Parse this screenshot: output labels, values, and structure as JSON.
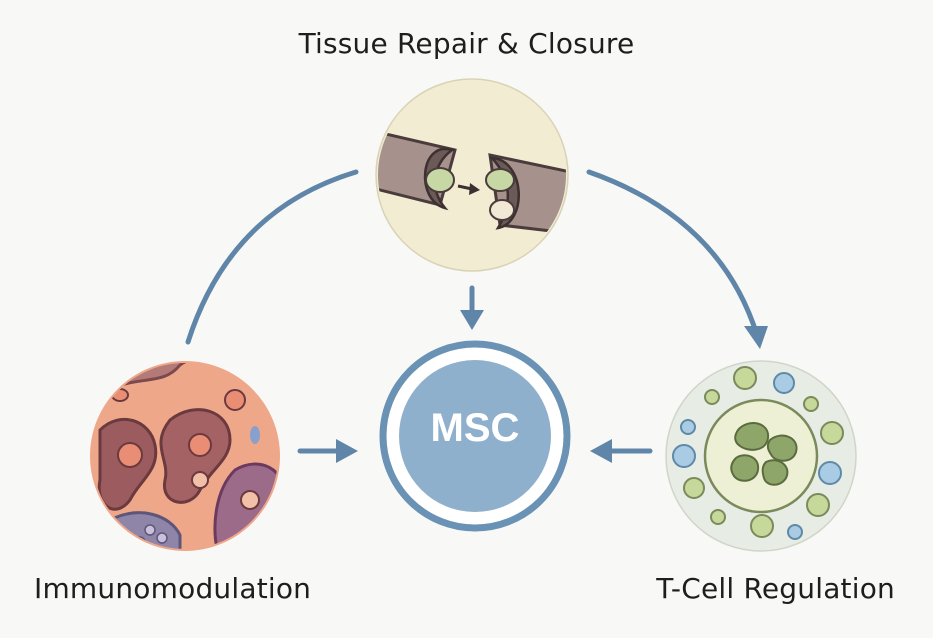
{
  "nodes": {
    "top": {
      "label": "Tissue Repair & Closure"
    },
    "left": {
      "label": "Immunomodulation"
    },
    "right": {
      "label": "T-Cell Regulation"
    },
    "center": {
      "label": "MSC"
    }
  },
  "colors": {
    "arrow": "#5f85a8",
    "msc_fill": "#8fb0cc",
    "msc_ring": "#6a92b5",
    "tissue_bg": "#f1ecd2",
    "immuno_bg": "#efa78a",
    "tcell_bg": "#e7ece4"
  }
}
